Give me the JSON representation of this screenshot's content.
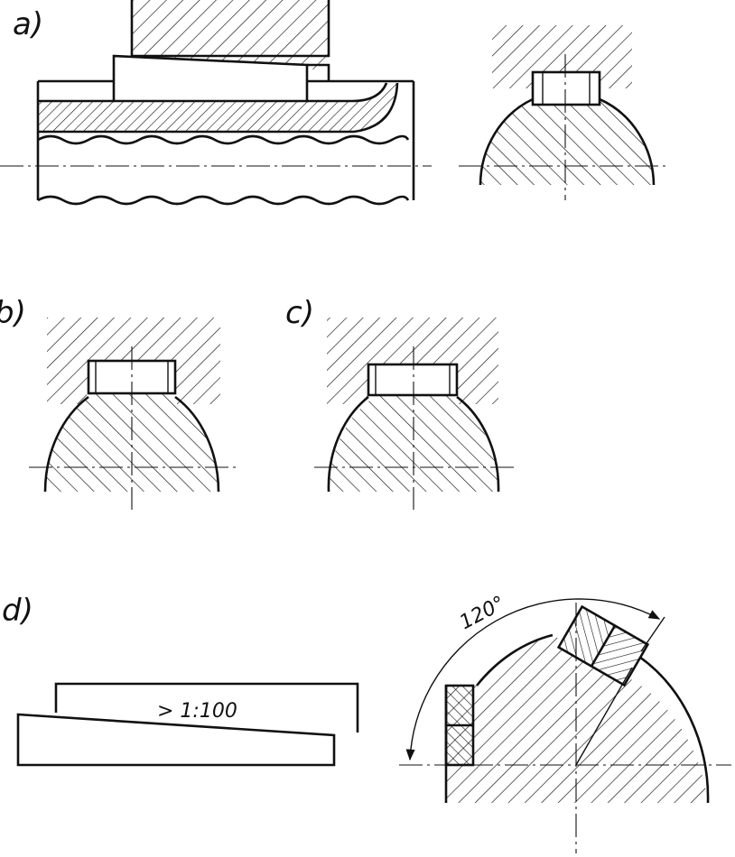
{
  "labels": {
    "a": "a)",
    "b": "b)",
    "c": "c)",
    "d": "d)",
    "taper": "> 1:100",
    "angle": "120°"
  },
  "colors": {
    "ink": "#111111",
    "paper": "#ffffff"
  }
}
